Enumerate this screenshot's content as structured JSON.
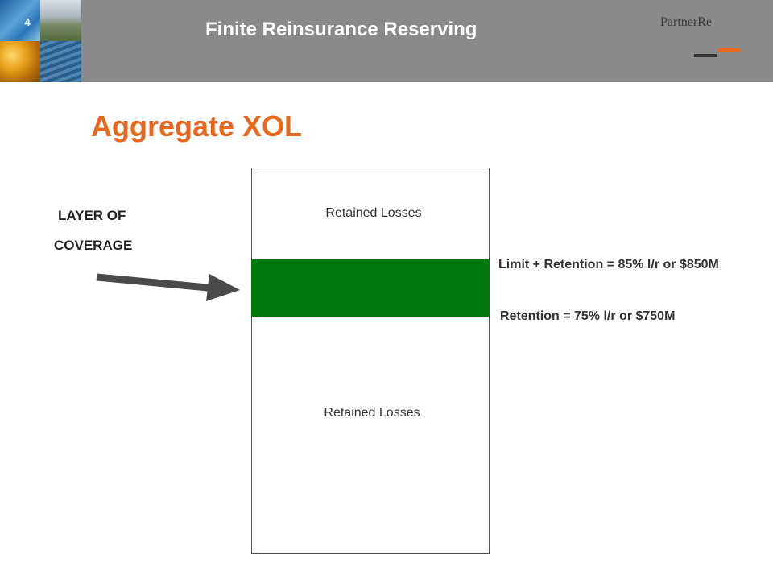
{
  "header": {
    "slide_number": "4",
    "title": "Finite Reinsurance Reserving",
    "logo_text": "PartnerRe",
    "background": "#8a8a8a"
  },
  "slide": {
    "heading": "Aggregate XOL",
    "heading_color": "#e8671c"
  },
  "diagram": {
    "layer_label_line1": "LAYER OF",
    "layer_label_line2": "COVERAGE",
    "retained_top": "Retained Losses",
    "retained_bottom": "Retained Losses",
    "limit_label": "Limit + Retention = 85% l/r or $850M",
    "retention_label": "Retention = 75% l/r or $750M",
    "coverage_color": "#007a0a",
    "arrow_color": "#4a4a4a"
  }
}
